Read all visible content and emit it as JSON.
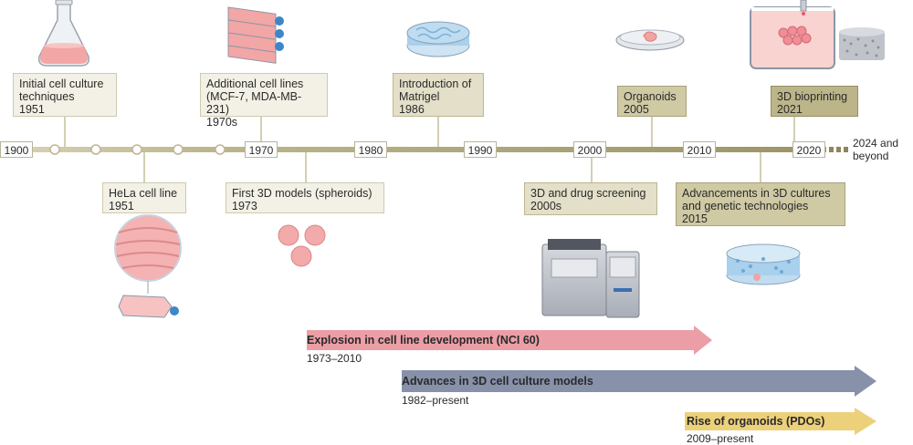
{
  "timeline": {
    "years": [
      "1900",
      "1970",
      "1980",
      "1990",
      "2000",
      "2010",
      "2020"
    ],
    "end_label_line1": "2024 and",
    "end_label_line2": "beyond"
  },
  "events": [
    {
      "title": "Initial cell culture",
      "title2": "techniques",
      "year": "1951"
    },
    {
      "title": "HeLa cell line",
      "year": "1951"
    },
    {
      "title": "Additional cell lines",
      "title2": "(MCF-7, MDA-MB-231)",
      "year": "1970s"
    },
    {
      "title": "First 3D models (spheroids)",
      "year": "1973"
    },
    {
      "title": "Introduction of",
      "title2": "Matrigel",
      "year": "1986"
    },
    {
      "title": "3D and drug screening",
      "year": "2000s"
    },
    {
      "title": "Organoids",
      "year": "2005"
    },
    {
      "title": "Advancements in 3D cultures",
      "title2": "and genetic technologies",
      "year": "2015"
    },
    {
      "title": "3D bioprinting",
      "year": "2021"
    }
  ],
  "periods": [
    {
      "label": "Explosion in cell line development (NCI 60)",
      "range": "1973–2010",
      "color": "#ec9ea6"
    },
    {
      "label": "Advances in 3D cell culture models",
      "range": "1982–present",
      "color": "#8791aa"
    },
    {
      "label": "Rise of organoids (PDOs)",
      "range": "2009–present",
      "color": "#edd07a"
    }
  ],
  "colors": {
    "timeline_light": "#cfcbaa",
    "timeline_dark": "#a29a6c",
    "flask_pink": "#f3a6a6",
    "cell_blue": "#3c87c8",
    "matrigel_blue": "#a9d0ec",
    "machine_gray": "#c9ccd2"
  },
  "icons": [
    "erlenmeyer-flask-icon",
    "stacked-flasks-icon",
    "matrigel-dish-icon",
    "organoid-dish-icon",
    "bioprinting-icon",
    "hela-cell-icon",
    "culture-flask-icon",
    "spheroids-icon",
    "screening-robot-icon",
    "3d-culture-disc-icon"
  ]
}
